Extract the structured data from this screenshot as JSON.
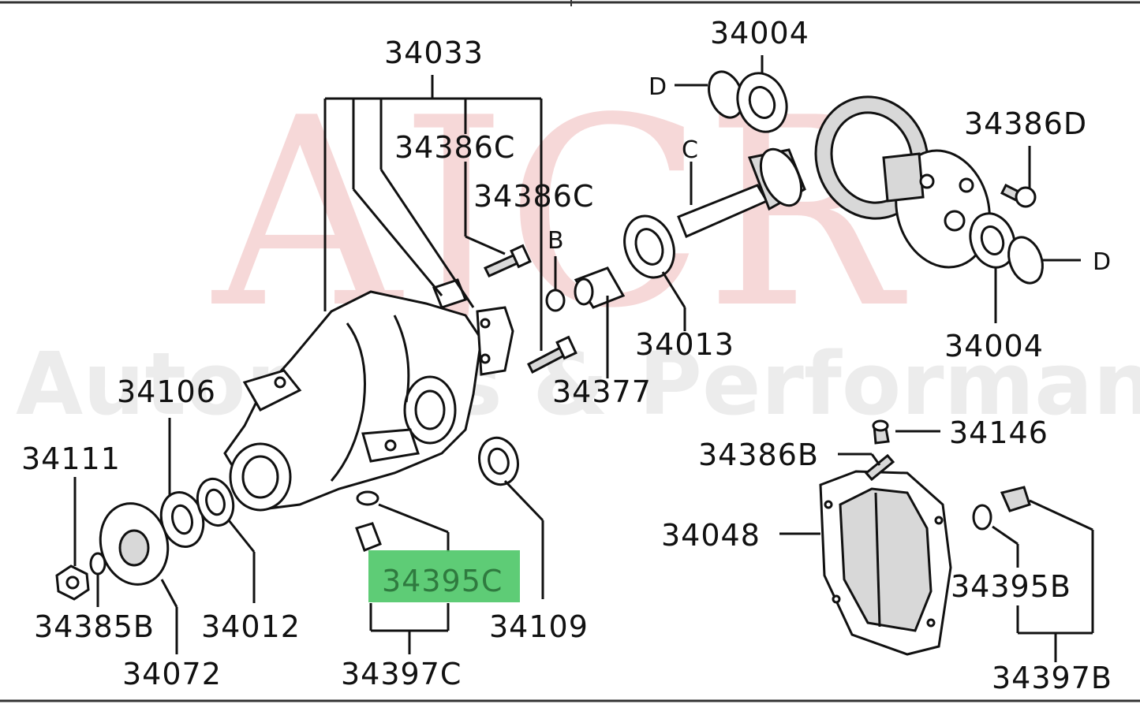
{
  "watermark": {
    "main": "AJCR",
    "sub": "Autoparts & Performance"
  },
  "highlight_color": "#4cc767",
  "labels": {
    "p34033": "34033",
    "p34004_top": "34004",
    "p34386D": "34386D",
    "p34386C_a": "34386C",
    "p34386C_b": "34386C",
    "p34013": "34013",
    "p34004_right": "34004",
    "p34377": "34377",
    "p34106": "34106",
    "p34111": "34111",
    "p34146": "34146",
    "p34386B": "34386B",
    "p34048": "34048",
    "p34395C": "34395C",
    "p34109": "34109",
    "p34395B": "34395B",
    "p34385B": "34385B",
    "p34012": "34012",
    "p34072": "34072",
    "p34397C": "34397C",
    "p34397B": "34397B",
    "ref_D1": "D",
    "ref_D2": "D",
    "ref_C": "C",
    "ref_B": "B"
  }
}
